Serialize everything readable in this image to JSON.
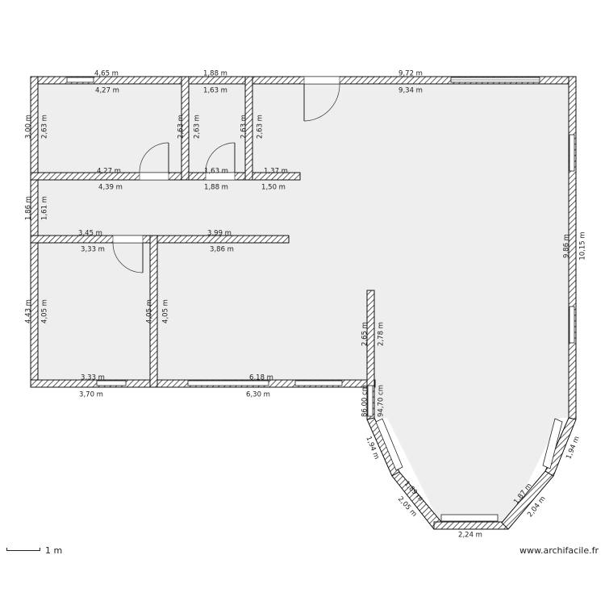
{
  "scale": {
    "label": "1 m"
  },
  "watermark": "www.archifacile.fr",
  "dimensions": [
    "4,65 m",
    "4,27 m",
    "1,88 m",
    "1,63 m",
    "9,72 m",
    "9,34 m",
    "3,00 m",
    "2,63 m",
    "2,63 m",
    "2,63 m",
    "2,63 m",
    "2,63 m",
    "4,27 m",
    "4,39 m",
    "1,63 m",
    "1,88 m",
    "1,37 m",
    "1,50 m",
    "1,86 m",
    "1,61 m",
    "3,45 m",
    "3,33 m",
    "3,99 m",
    "3,86 m",
    "9,86 m",
    "10,15 m",
    "4,43 m",
    "4,05 m",
    "4,05 m",
    "4,05 m",
    "2,65 m",
    "2,78 m",
    "3,33 m",
    "3,70 m",
    "6,18 m",
    "6,30 m",
    "86,00 cm",
    "94,70 cm",
    "1,94 m",
    "1,89 m",
    "2,05 m",
    "2,24 m",
    "1,87 m",
    "2,04 m",
    "1,94 m"
  ]
}
